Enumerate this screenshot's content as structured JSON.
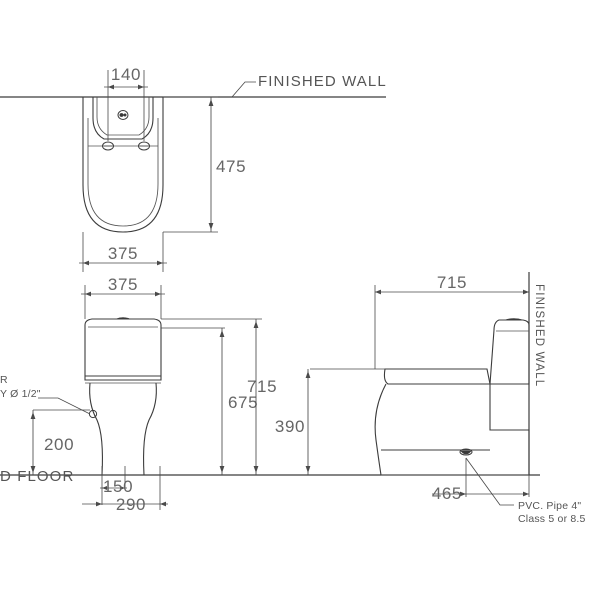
{
  "drawing": {
    "title": "Toilet installation rough-in drawing",
    "units": "mm",
    "line_color": "#3c3c3c",
    "dim_color": "#4a4a4a",
    "text_color": "#555555",
    "background": "#ffffff"
  },
  "views": {
    "plan": {
      "name": "plan-view-top"
    },
    "front": {
      "name": "front-elevation-view"
    },
    "side": {
      "name": "side-elevation-view"
    }
  },
  "labels": {
    "finished_wall_horizontal": "FINISHED  WALL",
    "finished_wall_vertical": "FINISHED  WALL",
    "finished_floor": "D  FLOOR",
    "water_supply_line1": "R",
    "water_supply_line2": "Y Ø 1/2\"",
    "pvc_pipe_line1": "PVC. Pipe 4\"",
    "pvc_pipe_line2": "Class 5 or 8.5"
  },
  "dimensions": {
    "plan_width_top": "140",
    "plan_depth": "475",
    "plan_width": "375",
    "front_width": "375",
    "front_total_height": "715",
    "front_tank_height": "675",
    "front_bolt_spacing": "150",
    "front_base_width": "290",
    "supply_height": "200",
    "side_total_depth": "715",
    "side_seat_height": "390",
    "side_outlet_offset": "465"
  }
}
